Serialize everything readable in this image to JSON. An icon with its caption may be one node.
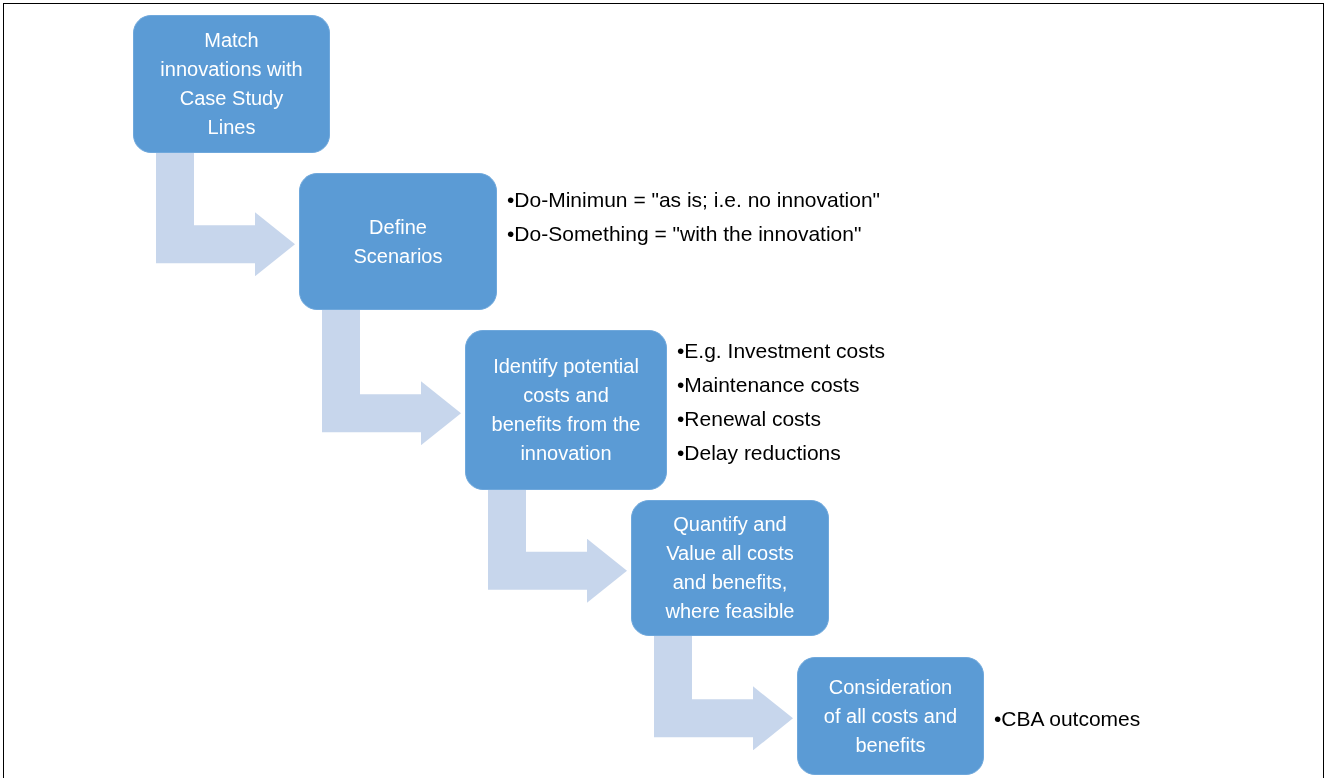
{
  "diagram": {
    "nodes": [
      {
        "text": [
          "Match innovations with Case Study Lines"
        ]
      },
      {
        "text": [
          "Define Scenarios"
        ],
        "beside": [
          "•Do-Minimun = \"as is; i.e. no innovation\"",
          "•Do-Something = \"with the innovation\""
        ]
      },
      {
        "text": [
          "Identify potential costs and benefits from the innovation"
        ],
        "beside": [
          "•E.g. Investment costs",
          "•Maintenance costs",
          "•Renewal costs",
          "•Delay reductions"
        ]
      },
      {
        "text": [
          "Quantify and Value all costs and benefits, where feasible"
        ]
      },
      {
        "text": [
          "Consideration of all costs and benefits"
        ],
        "beside": [
          "•CBA outcomes"
        ]
      }
    ],
    "edges": [
      {
        "from": 0,
        "to": 1,
        "arrow": "to"
      },
      {
        "from": 1,
        "to": 2,
        "arrow": "to"
      },
      {
        "from": 2,
        "to": 3,
        "arrow": "to"
      },
      {
        "from": 3,
        "to": 4,
        "arrow": "to"
      }
    ]
  }
}
